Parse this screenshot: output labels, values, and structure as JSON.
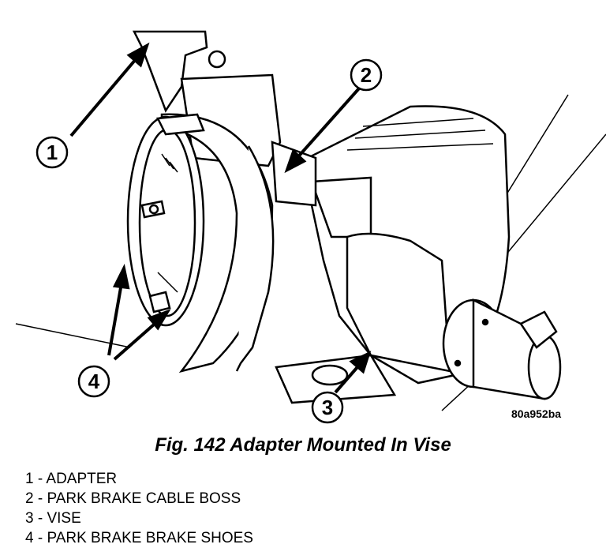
{
  "figure": {
    "code": "80a952ba",
    "caption": "Fig. 142 Adapter Mounted In Vise"
  },
  "callouts": [
    {
      "number": "1"
    },
    {
      "number": "2"
    },
    {
      "number": "3"
    },
    {
      "number": "4"
    }
  ],
  "legend": [
    {
      "text": "1 - ADAPTER"
    },
    {
      "text": "2 - PARK BRAKE CABLE BOSS"
    },
    {
      "text": "3 - VISE"
    },
    {
      "text": "4 - PARK BRAKE BRAKE SHOES"
    }
  ]
}
